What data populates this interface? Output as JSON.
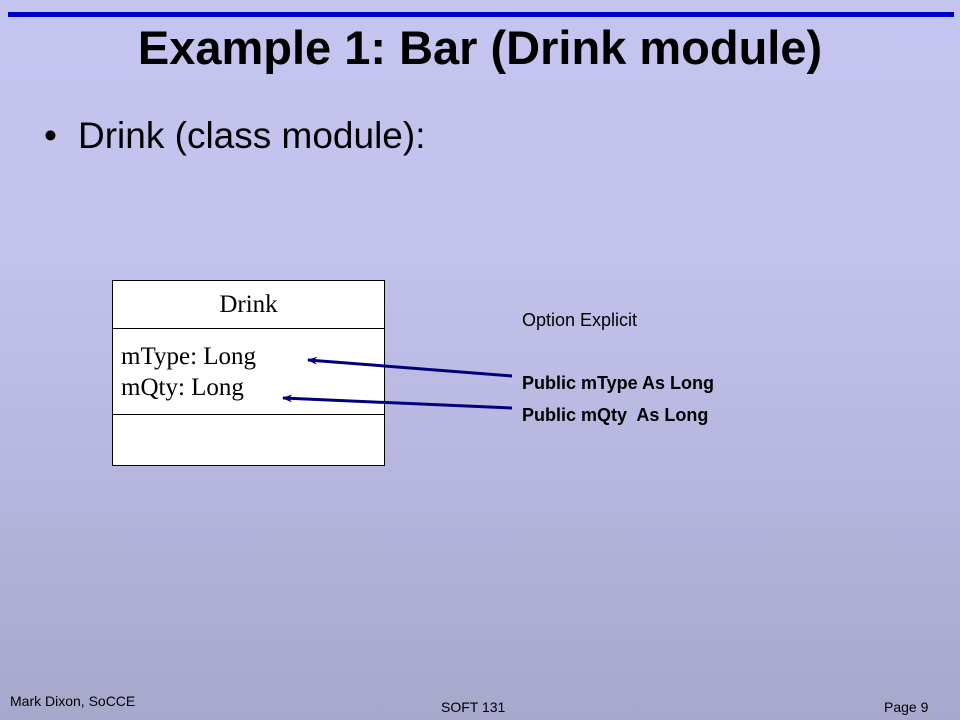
{
  "slide": {
    "title": "Example 1: Bar (Drink module)",
    "bullet": "Drink (class module):"
  },
  "uml_class": {
    "name": "Drink",
    "attributes": [
      "mType: Long",
      "mQty: Long"
    ]
  },
  "code": {
    "line1": "Option Explicit",
    "line2": "Public mType As Long",
    "line3": "Public mQty  As Long"
  },
  "footer": {
    "author": "Mark Dixon, SoCCE",
    "course": "SOFT 131",
    "page": "Page 9"
  },
  "colors": {
    "accent_rule": "#0000cc",
    "arrow": "#00007a"
  }
}
